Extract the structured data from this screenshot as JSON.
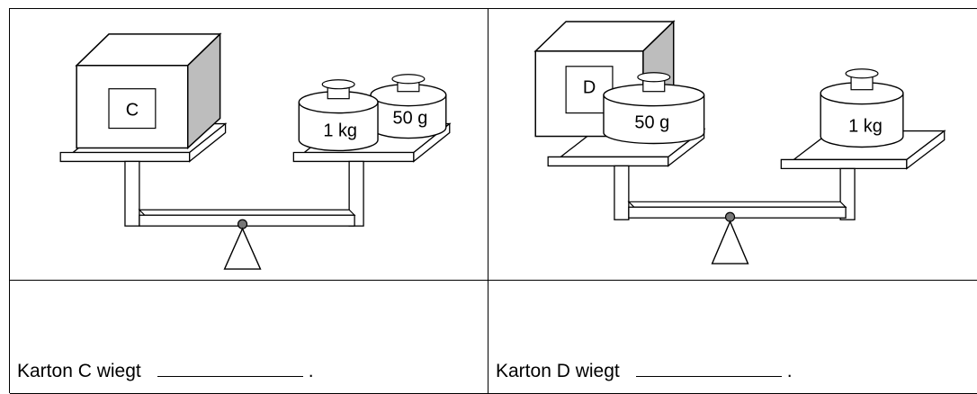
{
  "panels": [
    {
      "box_label": "C",
      "left_weights": [],
      "right_weights": [
        "1 kg",
        "50 g"
      ],
      "answer_prefix": "Karton C wiegt",
      "answer_suffix": "."
    },
    {
      "box_label": "D",
      "left_weights": [
        "50 g"
      ],
      "right_weights": [
        "1 kg"
      ],
      "answer_prefix": "Karton D wiegt",
      "answer_suffix": "."
    }
  ]
}
